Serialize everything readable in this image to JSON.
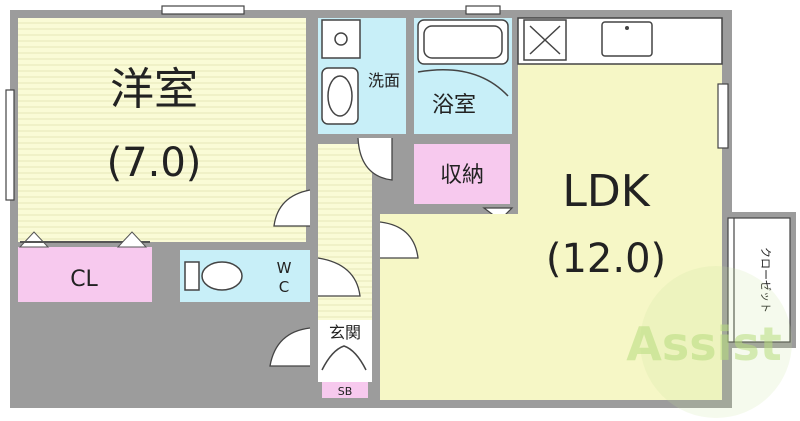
{
  "rooms": {
    "western_room": {
      "name": "洋室",
      "size": "(7.0)"
    },
    "ldk": {
      "name": "LDK",
      "size": "(12.0)"
    },
    "closet_cl": {
      "name": "CL"
    },
    "washroom": {
      "name": "洗面"
    },
    "bathroom": {
      "name": "浴室"
    },
    "storage": {
      "name": "収納"
    },
    "toilet": {
      "name_w": "W",
      "name_c": "C"
    },
    "entrance": {
      "name": "玄関"
    },
    "shoe_box": {
      "name": "SB"
    },
    "closet_side": {
      "name": "クローゼット"
    }
  },
  "watermark": {
    "text": "Assist"
  },
  "colors": {
    "western_floor": "#fafbd6",
    "ldk_floor": "#f6f7c6",
    "wet_area": "#c8eff8",
    "closet": "#f7c9ee",
    "wall": "#9c9c9c",
    "watermark": "#b8dd7f"
  }
}
